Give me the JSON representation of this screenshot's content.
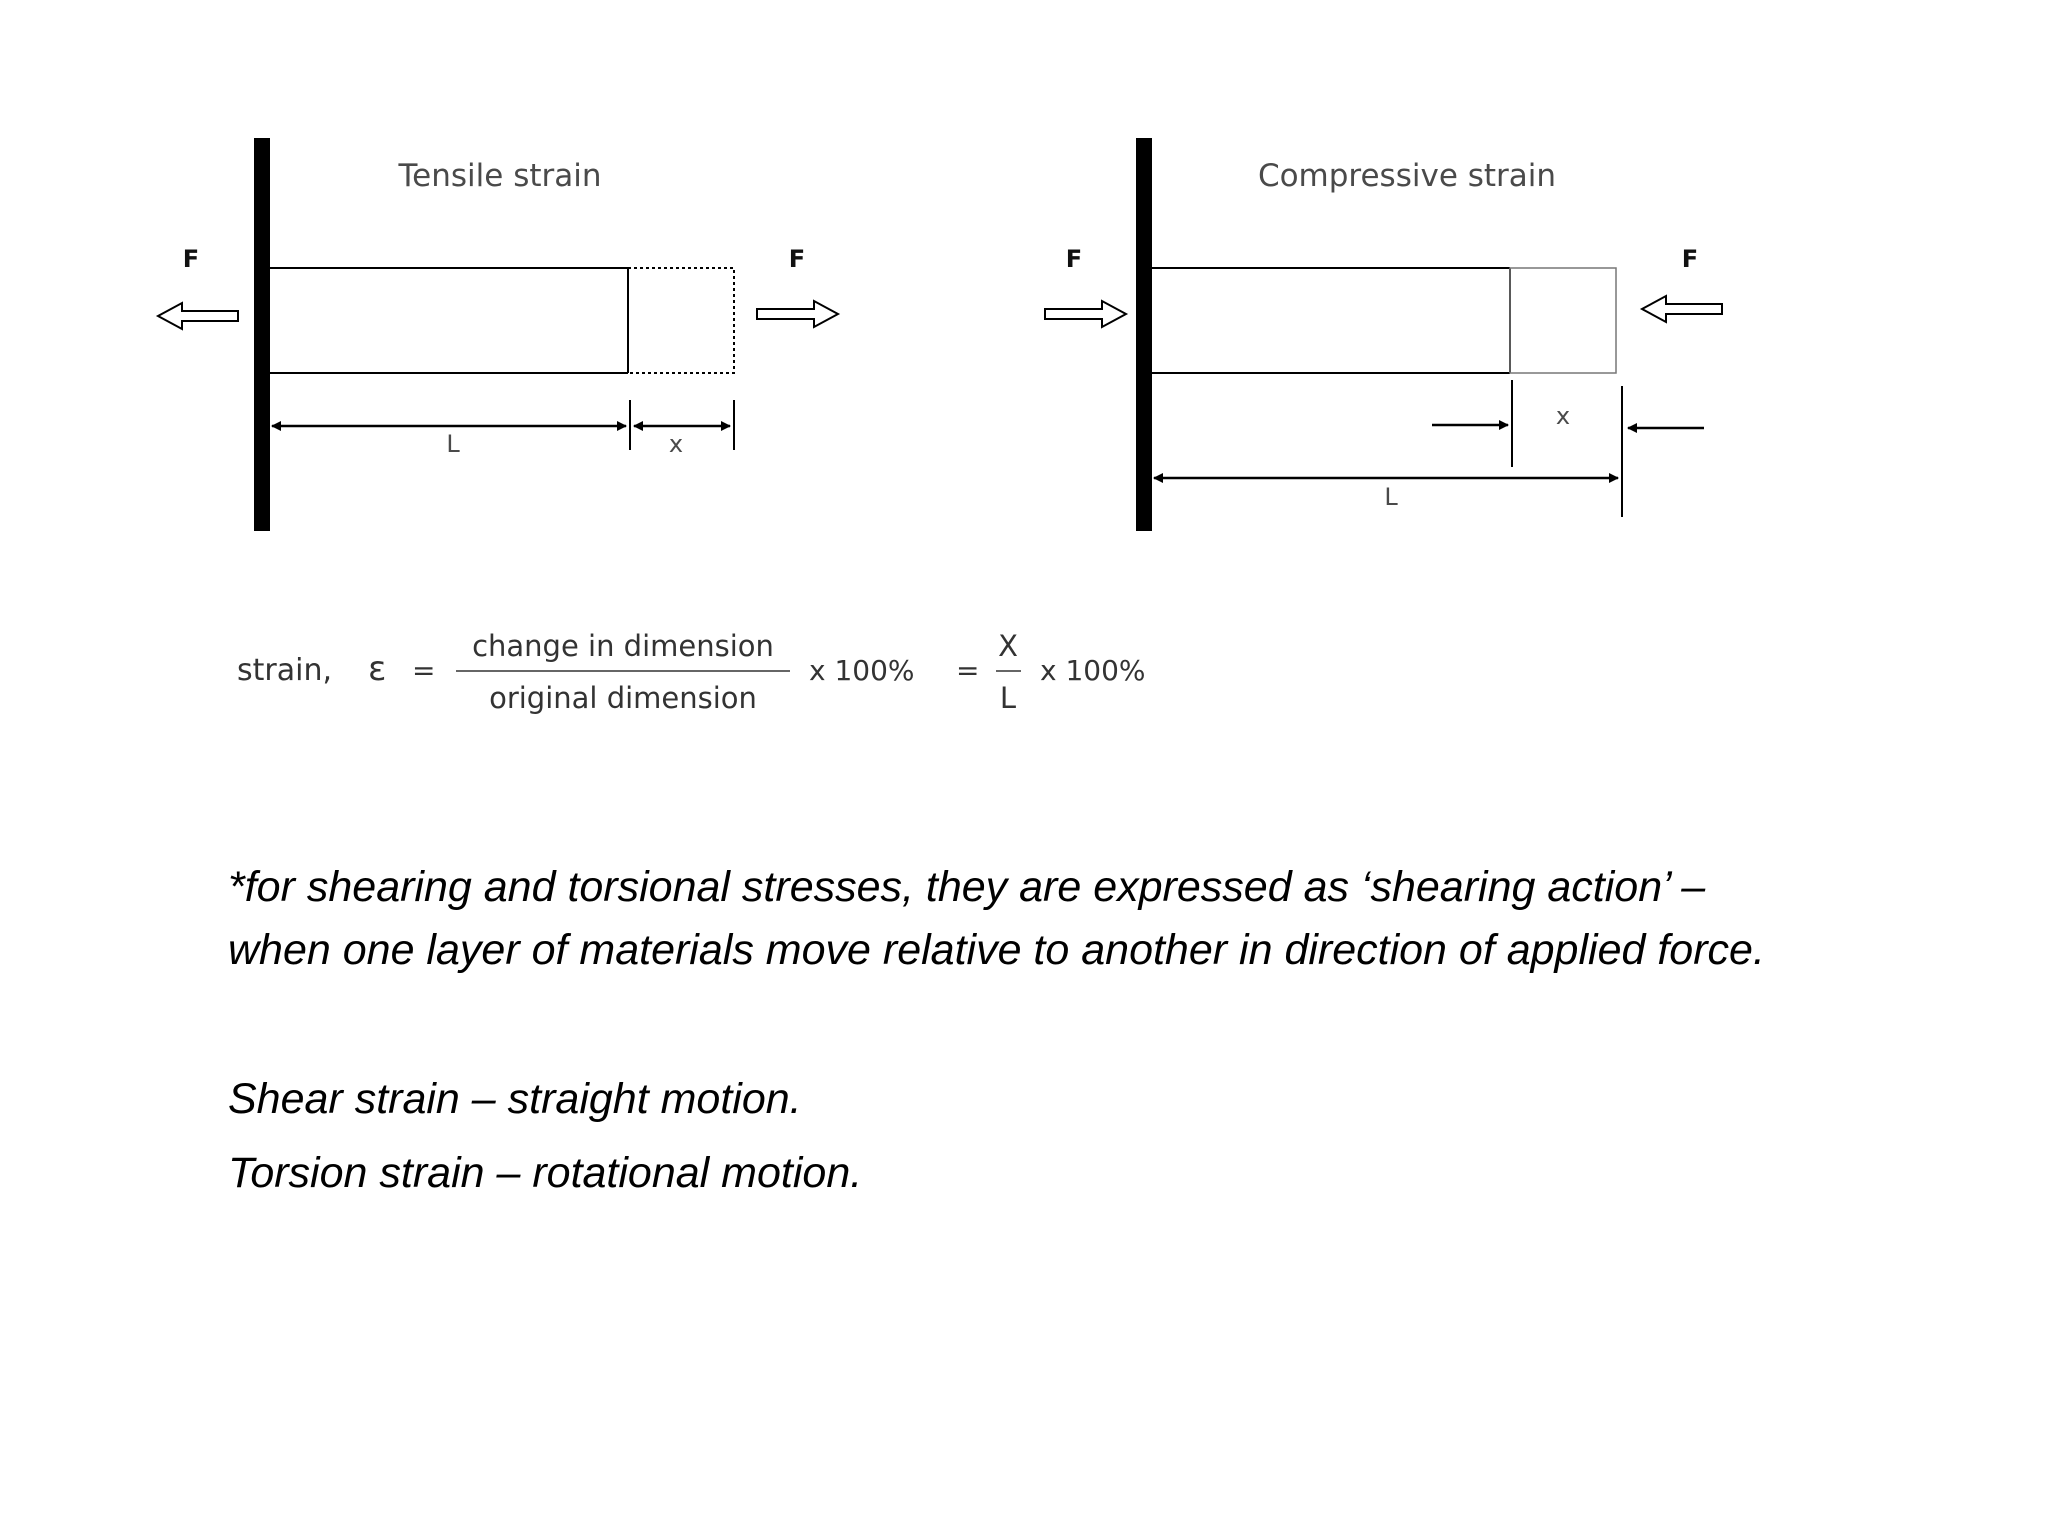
{
  "diagrams": {
    "tensile": {
      "title": "Tensile strain",
      "force_left": "F",
      "force_right": "F",
      "length_label": "L",
      "extension_label": "x"
    },
    "compressive": {
      "title": "Compressive strain",
      "force_left": "F",
      "force_right": "F",
      "length_label": "L",
      "extension_label": "x"
    }
  },
  "formula": {
    "lhs": "strain,",
    "symbol": "ε",
    "eq1": "=",
    "numerator": "change in dimension",
    "denominator": "original dimension",
    "times1": "x 100%",
    "eq2": "=",
    "frac2_num": "X",
    "frac2_den": "L",
    "times2": "x 100%"
  },
  "notes": {
    "paragraph": "*for shearing and torsional stresses, they are expressed as ‘shearing action’ – when one layer of materials move relative to another in direction of applied force.",
    "shear": "Shear strain – straight motion.",
    "torsion": "Torsion strain – rotational motion."
  }
}
